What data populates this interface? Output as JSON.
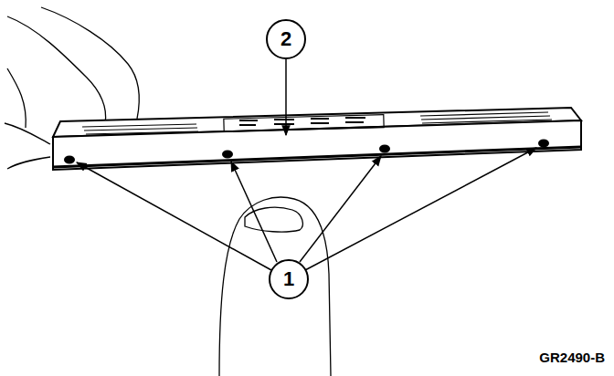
{
  "diagram": {
    "nodes": [
      {
        "text": [
          "2"
        ]
      },
      {
        "text": [
          "1"
        ]
      }
    ],
    "labels": [
      "GR2490-B"
    ]
  }
}
